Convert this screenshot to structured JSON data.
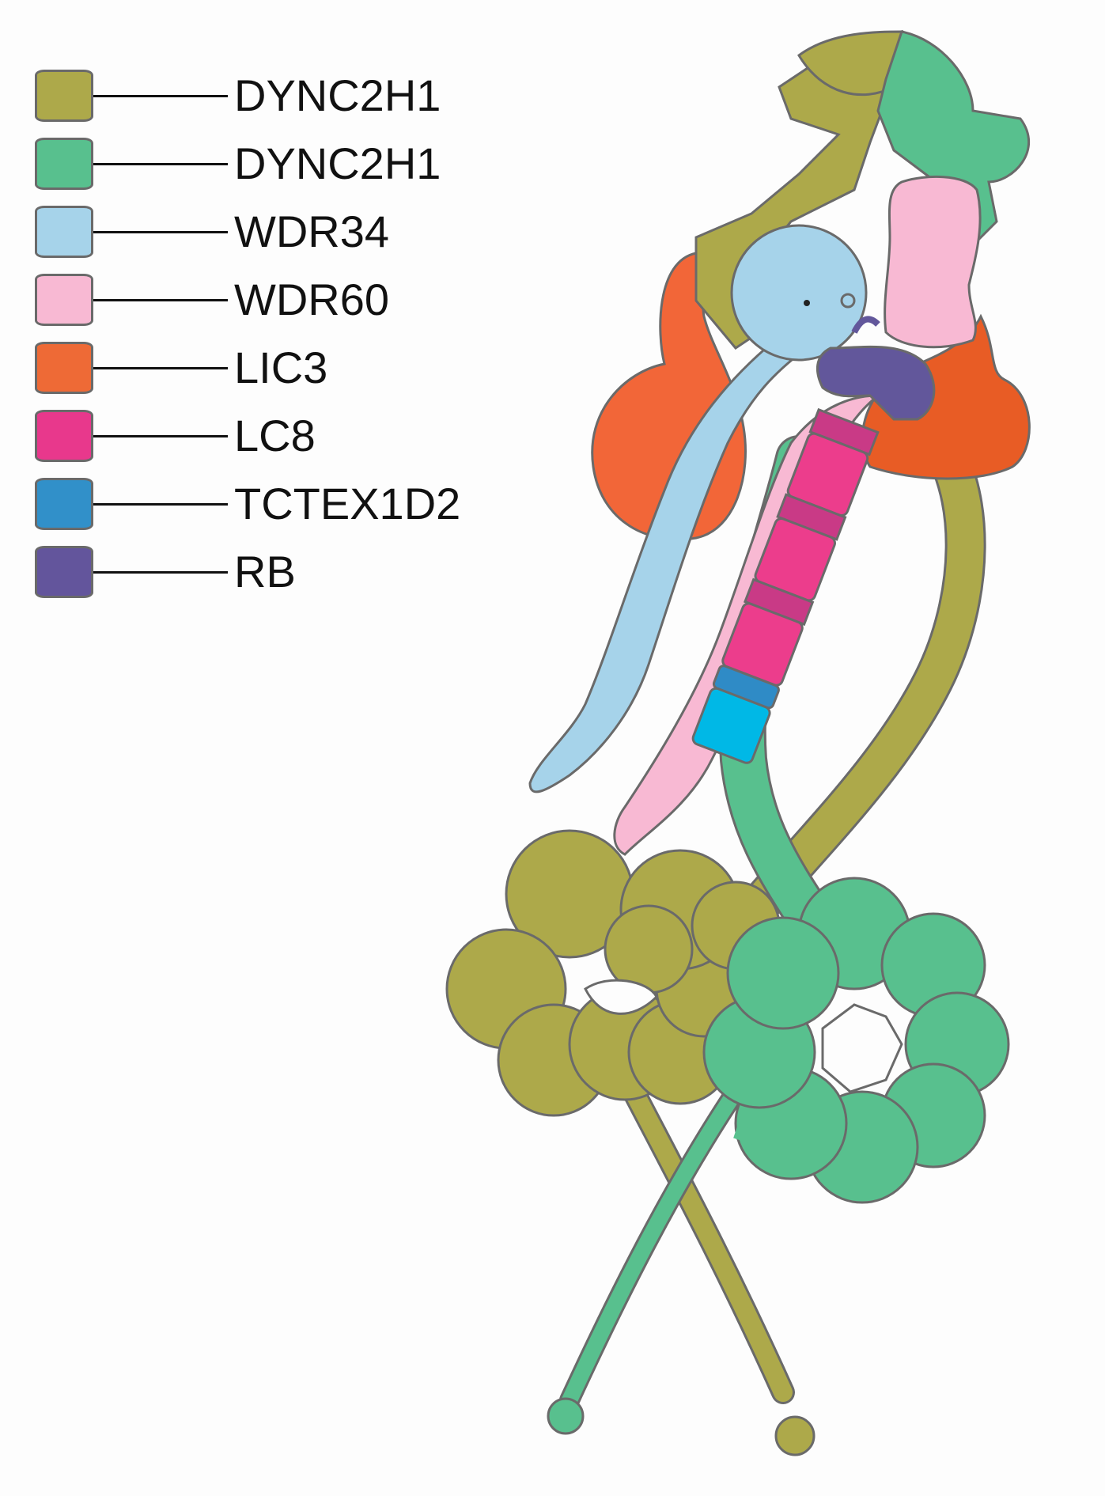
{
  "colors": {
    "dync2h1_a": "#ada94a",
    "dync2h1_b": "#58c08e",
    "wdr34": "#a6d3ea",
    "wdr60": "#f8b9d3",
    "lic3": "#f26638",
    "lc8": "#ec3d8c",
    "lc8_dark": "#c93a86",
    "tctex1d2": "#2f8bc6",
    "tctex1d2_light": "#00b8e6",
    "rb": "#62579b",
    "outline": "#6a6a6a"
  },
  "legend": [
    {
      "label": "DYNC2H1",
      "color": "#ada94a",
      "icon": "dync2h1-olive-swatch"
    },
    {
      "label": "DYNC2H1",
      "color": "#58c08e",
      "icon": "dync2h1-green-swatch"
    },
    {
      "label": "WDR34",
      "color": "#a6d3ea",
      "icon": "wdr34-swatch"
    },
    {
      "label": "WDR60",
      "color": "#f8b9d3",
      "icon": "wdr60-swatch"
    },
    {
      "label": "LIC3",
      "color": "#ee6a36",
      "icon": "lic3-swatch"
    },
    {
      "label": "LC8",
      "color": "#e8388c",
      "icon": "lc8-swatch"
    },
    {
      "label": "TCTEX1D2",
      "color": "#3190c9",
      "icon": "tctex1d2-swatch"
    },
    {
      "label": "RB",
      "color": "#63559c",
      "icon": "rb-swatch"
    }
  ]
}
